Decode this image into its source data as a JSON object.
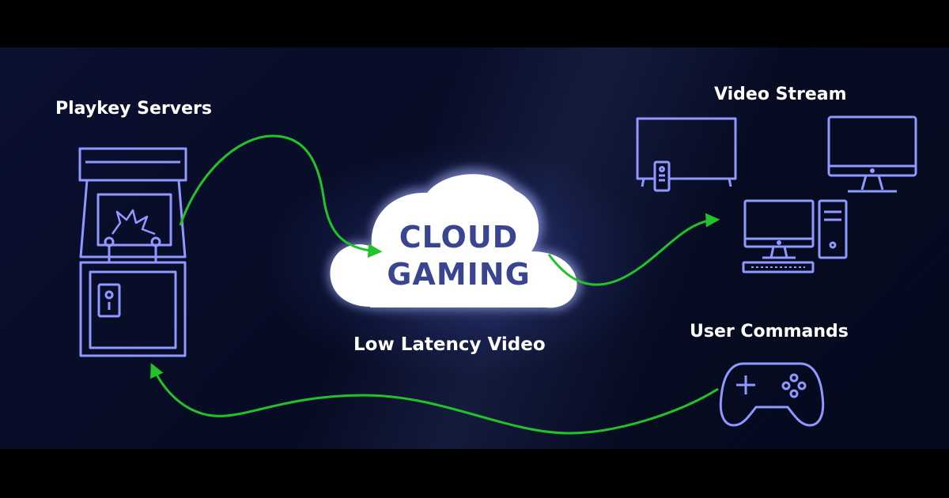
{
  "labels": {
    "servers": "Playkey Servers",
    "video_stream": "Video Stream",
    "user_commands": "User Commands",
    "low_latency": "Low Latency Video"
  },
  "cloud": {
    "line1": "CLOUD",
    "line2": "GAMING"
  },
  "colors": {
    "background": "#070c24",
    "icon_stroke": "#8f98ff",
    "arrow": "#22c32a",
    "cloud_fill": "#ffffff",
    "cloud_text": "#3a4590"
  },
  "icons": [
    "arcade-machine-icon",
    "cloud-icon",
    "tv-icon",
    "monitor-icon",
    "desktop-computer-icon",
    "gamepad-icon"
  ]
}
